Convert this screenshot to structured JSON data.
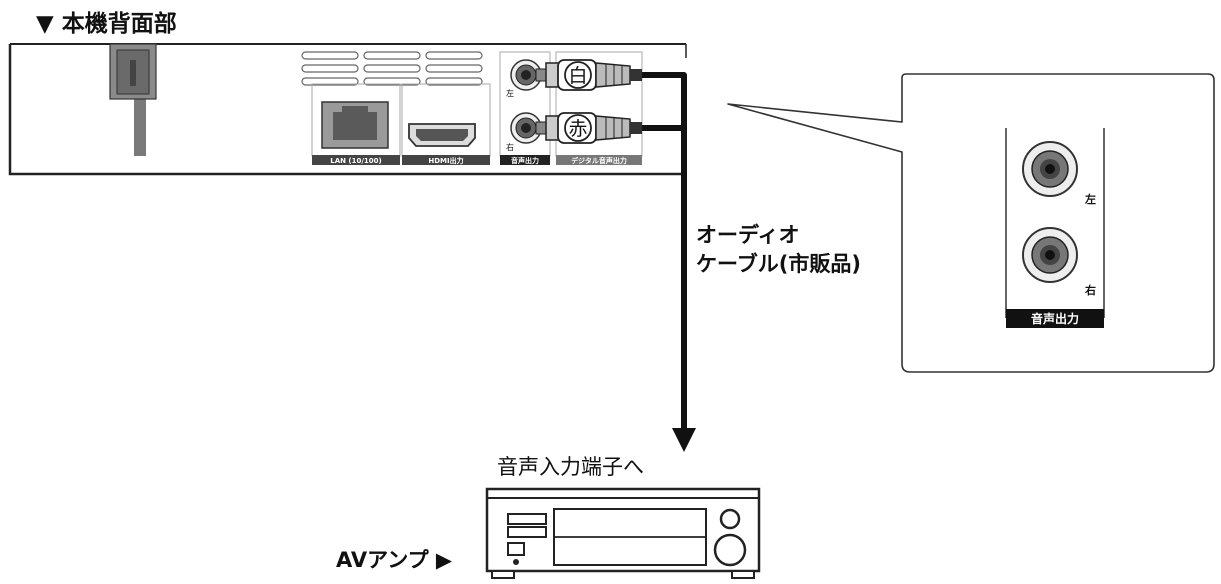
{
  "header": {
    "title": "▼ 本機背面部"
  },
  "device": {
    "lan_label": "LAN (10/100)",
    "hdmi_label": "HDMI出力",
    "audio_out_label": "音声出力",
    "digital_label": "デジタル音声出力",
    "left_mark": "左",
    "right_mark": "右"
  },
  "plugs": {
    "white": "白",
    "red": "赤"
  },
  "cable": {
    "line1": "オーディオ",
    "line2": "ケーブル(市販品)"
  },
  "zoom": {
    "left": "左",
    "right": "右",
    "audio_out_label": "音声出力"
  },
  "destination": {
    "label": "音声入力端子へ"
  },
  "amp": {
    "label": "AVアンプ ▶"
  }
}
